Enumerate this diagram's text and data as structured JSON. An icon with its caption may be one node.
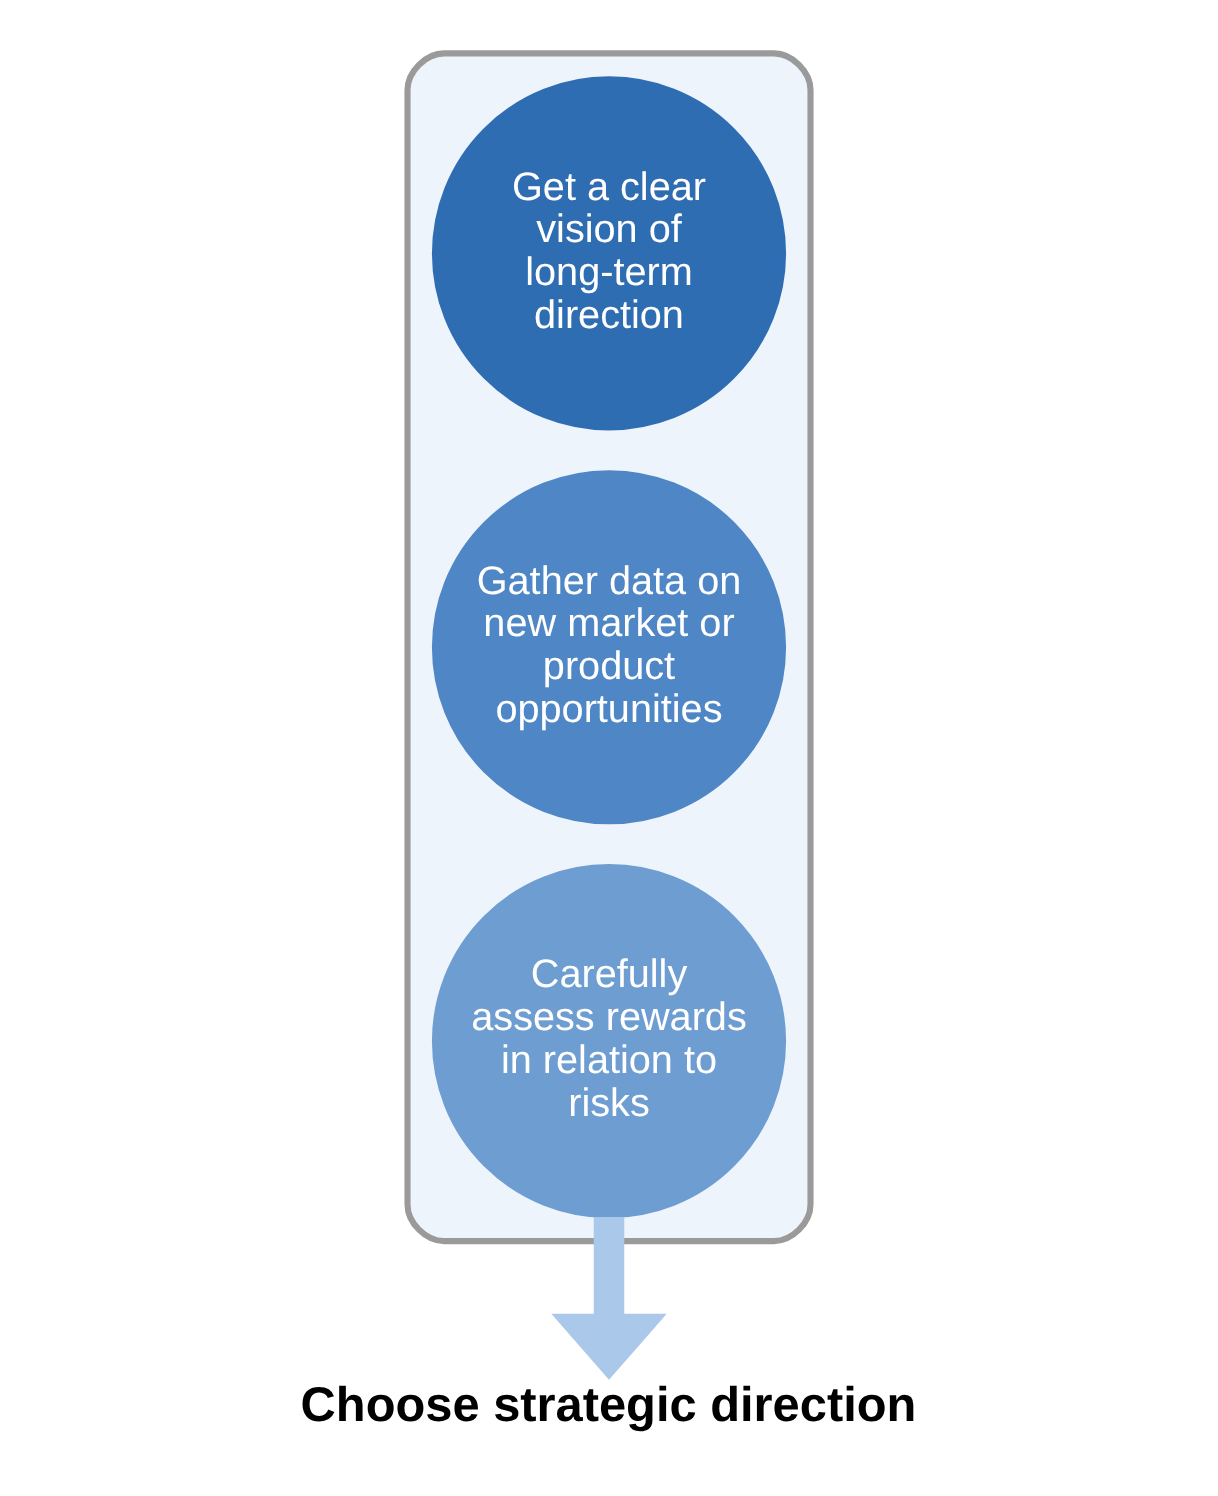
{
  "diagram": {
    "nodes": [
      {
        "text": [],
        "shape": "funnel"
      },
      {
        "text": [
          "Get a clear vision of long-term direction"
        ],
        "in": 0
      },
      {
        "text": [
          "Gather data on new market or product opportunities"
        ],
        "in": 0
      },
      {
        "text": [
          "Carefully assess rewards in relation to risks"
        ],
        "in": 0
      },
      {
        "text": [
          "Choose strategic direction"
        ]
      }
    ],
    "edges": [
      {
        "from": 3,
        "to": 4,
        "arrow": "to"
      }
    ]
  }
}
